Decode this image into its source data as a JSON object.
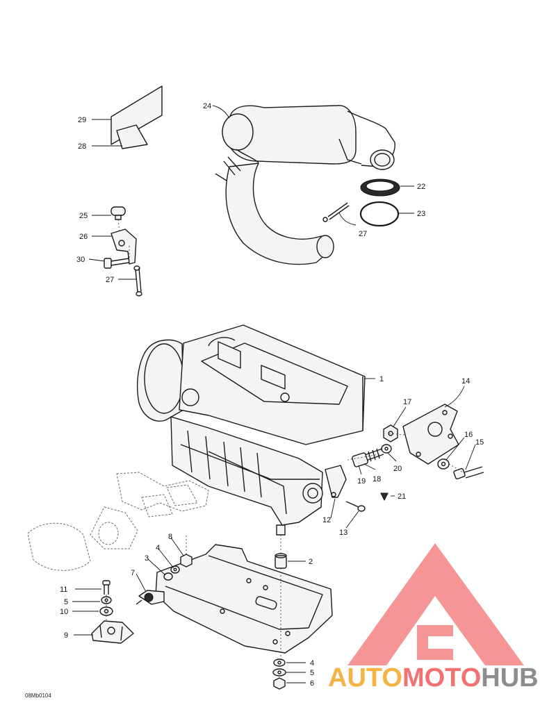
{
  "diagram_code": "08Mb0104",
  "watermark": {
    "text": "AUTOMOTOHUB",
    "part1": "AUTO",
    "part2": "MOTO",
    "part3": "HUB",
    "color_orange": "#f5a623",
    "color_red": "#f05a5a",
    "color_gray": "#7a7a7a"
  },
  "callouts": {
    "c1": "1",
    "c2": "2",
    "c3": "3",
    "c4a": "4",
    "c4b": "4",
    "c5a": "5",
    "c5b": "5",
    "c6": "6",
    "c7": "7",
    "c8": "8",
    "c9": "9",
    "c10": "10",
    "c11": "11",
    "c12": "12",
    "c13": "13",
    "c14": "14",
    "c15": "15",
    "c16": "16",
    "c17": "17",
    "c18": "18",
    "c19": "19",
    "c20": "20",
    "c21": "21",
    "c22": "22",
    "c23": "23",
    "c24": "24",
    "c25": "25",
    "c26": "26",
    "c27a": "27",
    "c27b": "27",
    "c28": "28",
    "c29": "29",
    "c30": "30"
  }
}
